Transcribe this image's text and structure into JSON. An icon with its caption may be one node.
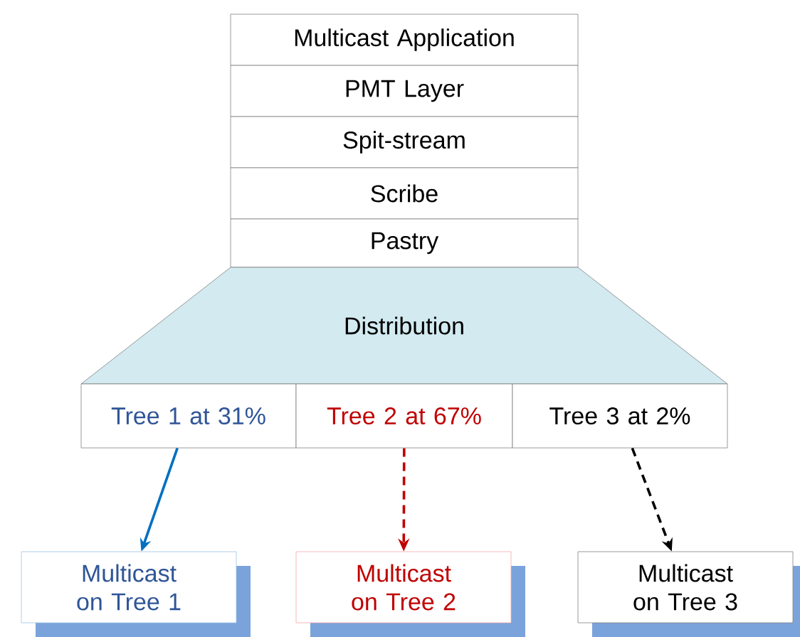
{
  "diagram": {
    "nodes": [
      {
        "text": [
          "Multicast Application"
        ]
      },
      {
        "text": [
          "PMT Layer"
        ]
      },
      {
        "text": [
          "Spit-stream"
        ]
      },
      {
        "text": [
          "Scribe"
        ]
      },
      {
        "text": [
          "Pastry"
        ]
      },
      {
        "text": [
          "Distribution"
        ]
      },
      {
        "text": [
          "Tree 1 at 31%"
        ]
      },
      {
        "text": [
          "Tree 2 at 67%"
        ]
      },
      {
        "text": [
          "Tree 3 at 2%"
        ]
      },
      {
        "text": [
          "Multicast on Tree 1"
        ]
      },
      {
        "text": [
          "Multicast on Tree 2"
        ]
      },
      {
        "text": [
          "Multicast on Tree 3"
        ]
      }
    ],
    "edges": [
      {
        "from": 6,
        "to": 9,
        "arrow": "to",
        "color": "#0070c0"
      },
      {
        "from": 7,
        "to": 10,
        "arrow": "to",
        "style": "dashed",
        "color": "#c00000"
      },
      {
        "from": 8,
        "to": 11,
        "arrow": "to",
        "style": "dashed",
        "color": "#000000"
      }
    ]
  }
}
